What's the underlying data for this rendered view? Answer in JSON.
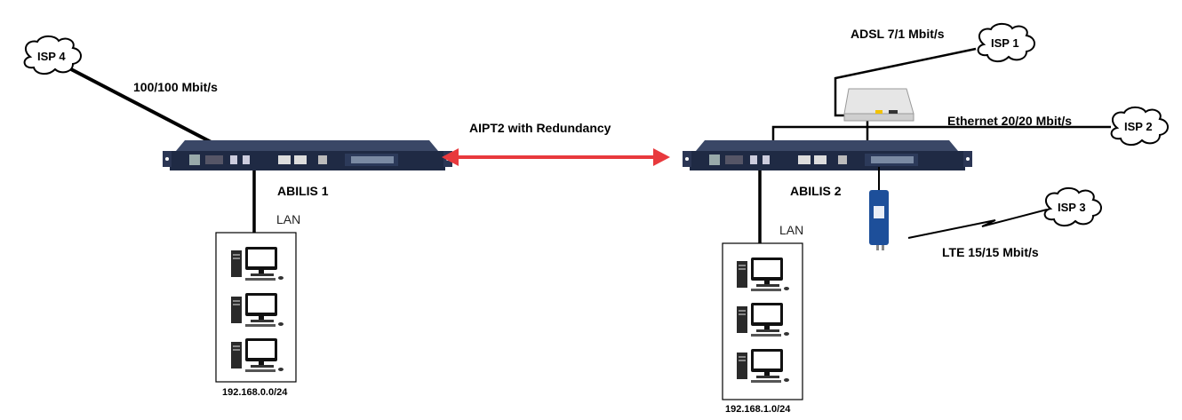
{
  "isps": {
    "isp1": "ISP 1",
    "isp2": "ISP 2",
    "isp3": "ISP 3",
    "isp4": "ISP 4"
  },
  "links": {
    "isp4_speed": "100/100 Mbit/s",
    "adsl": "ADSL 7/1 Mbit/s",
    "ethernet": "Ethernet 20/20 Mbit/s",
    "lte": "LTE 15/15 Mbit/s",
    "tunnel": "AIPT2 with Redundancy"
  },
  "devices": {
    "abilis1": "ABILIS 1",
    "abilis2": "ABILIS 2"
  },
  "lans": {
    "left_label": "LAN",
    "right_label": "LAN",
    "left_subnet": "192.168.0.0/24",
    "right_subnet": "192.168.1.0/24"
  },
  "colors": {
    "tunnel_arrow": "#e8393d",
    "router_body": "#1f2a44",
    "lte_modem": "#1d4f9a"
  }
}
